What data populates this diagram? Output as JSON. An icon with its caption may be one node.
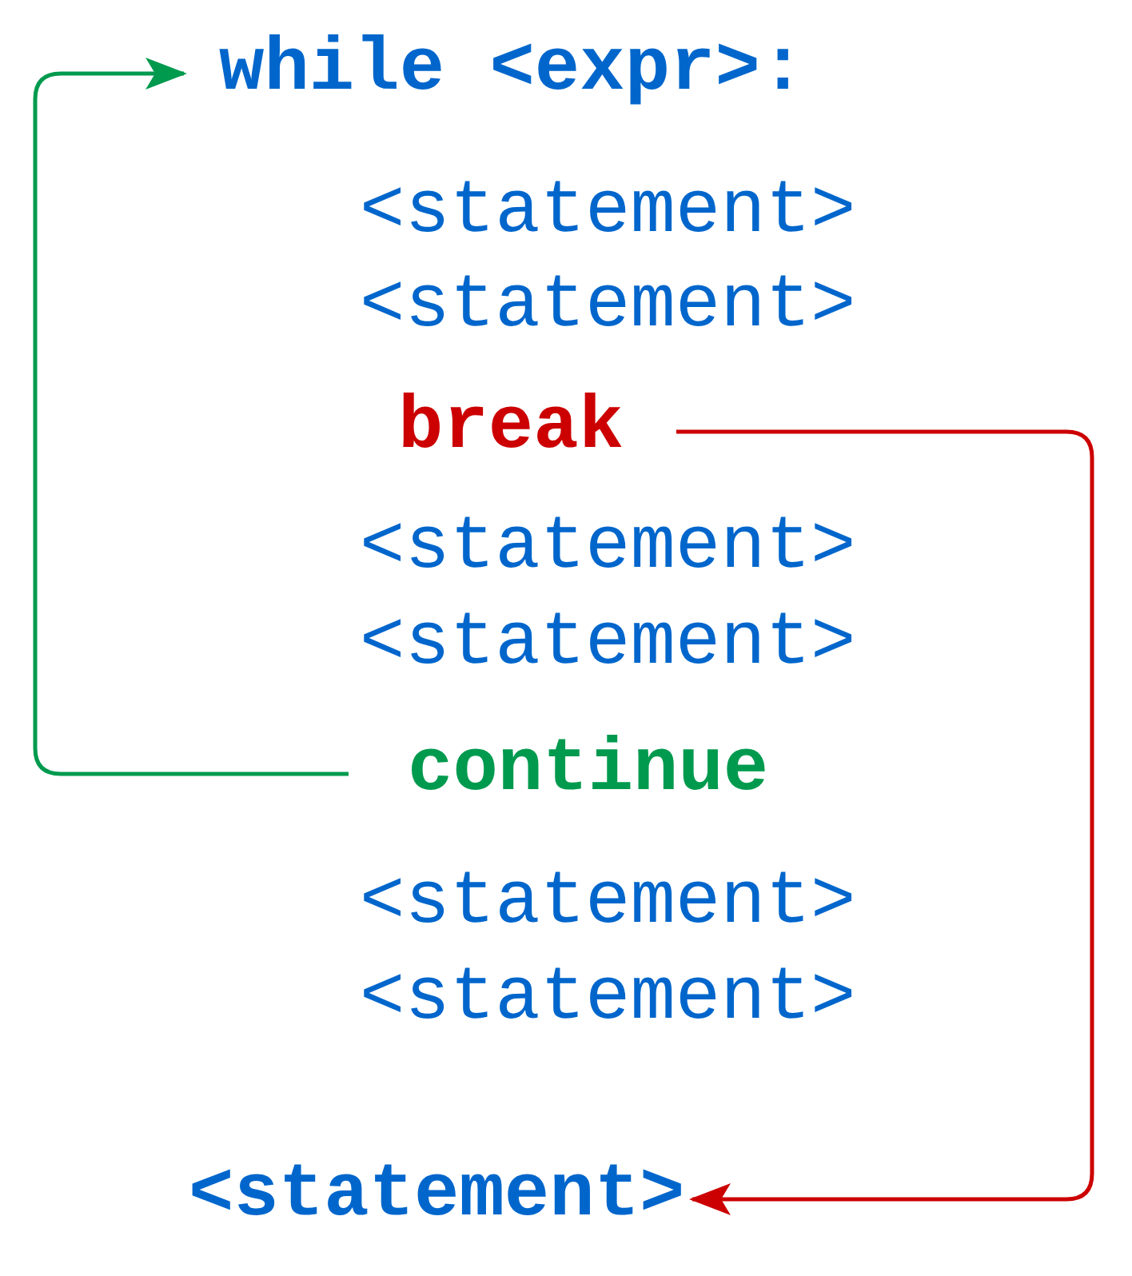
{
  "diagram": {
    "nodes": [
      {
        "text": [
          "while <expr>:"
        ]
      },
      {
        "text": [
          "<statement>"
        ]
      },
      {
        "text": [
          "<statement>"
        ]
      },
      {
        "text": [
          "break"
        ]
      },
      {
        "text": [
          "<statement>"
        ]
      },
      {
        "text": [
          "<statement>"
        ]
      },
      {
        "text": [
          "continue"
        ]
      },
      {
        "text": [
          "<statement>"
        ]
      },
      {
        "text": [
          "<statement>"
        ]
      },
      {
        "text": [
          "<statement>"
        ]
      }
    ],
    "edges": [
      {
        "from": 6,
        "to": 0,
        "arrow": "to",
        "color": "#009a4e"
      },
      {
        "from": 3,
        "to": 9,
        "arrow": "to",
        "color": "#cc0000"
      }
    ]
  }
}
